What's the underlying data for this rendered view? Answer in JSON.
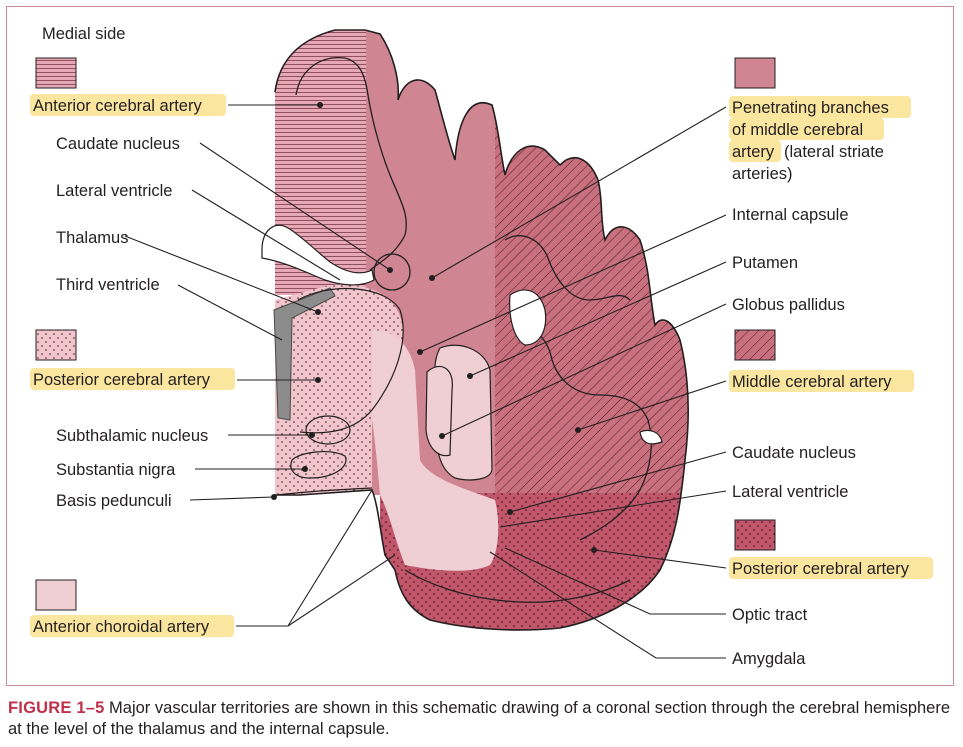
{
  "header": {
    "medial_side": "Medial side"
  },
  "legend": {
    "anterior_cerebral": "Anterior cerebral artery",
    "penetrating_1": "Penetrating branches",
    "penetrating_2": "of middle cerebral",
    "penetrating_3a": "artery",
    "penetrating_3b": "(lateral striate",
    "penetrating_4": "arteries)",
    "posterior_cerebral_left": "Posterior cerebral artery",
    "middle_cerebral": "Middle cerebral artery",
    "posterior_cerebral_right": "Posterior cerebral artery",
    "anterior_choroidal": "Anterior choroidal artery"
  },
  "labels_left": {
    "caudate_nucleus": "Caudate nucleus",
    "lateral_ventricle": "Lateral ventricle",
    "thalamus": "Thalamus",
    "third_ventricle": "Third ventricle",
    "subthalamic_nucleus": "Subthalamic nucleus",
    "substantia_nigra": "Substantia nigra",
    "basis_pedunculi": "Basis pedunculi"
  },
  "labels_right": {
    "internal_capsule": "Internal capsule",
    "putamen": "Putamen",
    "globus_pallidus": "Globus pallidus",
    "caudate_nucleus": "Caudate nucleus",
    "lateral_ventricle": "Lateral ventricle",
    "optic_tract": "Optic tract",
    "amygdala": "Amygdala"
  },
  "caption": {
    "figure_label": "FIGURE 1–5",
    "text": "Major vascular territories are shown in this schematic drawing of a coronal section through the cerebral hemisphere at the level of the thalamus and the internal capsule."
  },
  "colors": {
    "aca": "#e6a8b6",
    "lenticulostriate": "#d08592",
    "mca": "#c9707e",
    "pca": "#c2576c",
    "pca_light": "#f2c5cc",
    "choroidal": "#f0cfd4",
    "highlight": "#fbe6a0",
    "caption_red": "#c0304a"
  }
}
